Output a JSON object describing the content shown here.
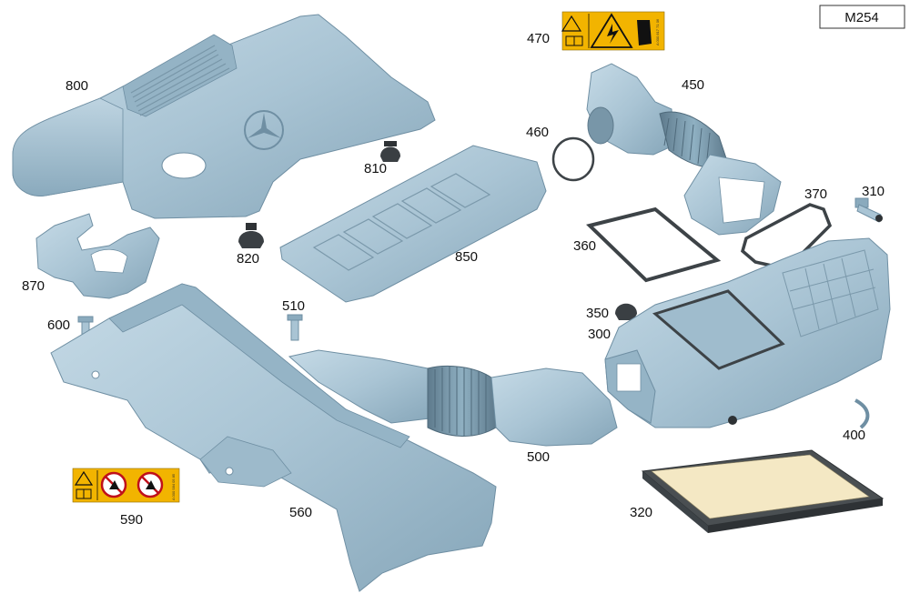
{
  "diagram": {
    "model_ref": "M254",
    "callouts": {
      "c800": "800",
      "c810": "810",
      "c820": "820",
      "c850": "850",
      "c870": "870",
      "c600": "600",
      "c510": "510",
      "c470": "470",
      "c450": "450",
      "c460": "460",
      "c370": "370",
      "c360": "360",
      "c310": "310",
      "c350": "350",
      "c300": "300",
      "c400": "400",
      "c500": "500",
      "c560": "560",
      "c590": "590",
      "c320": "320"
    },
    "warning_label_codes": {
      "label_470": "A 000 817 71 06",
      "label_590": "A 000 584 05 85"
    }
  },
  "colors": {
    "part_fill": "#a9c4d4",
    "part_shade": "#8fb0c2",
    "part_dark": "#6f8fa3",
    "gasket": "#3d4347",
    "label_yellow": "#f2b400",
    "filter_frame": "#4a4f52",
    "filter_media": "#f4e8c4"
  }
}
